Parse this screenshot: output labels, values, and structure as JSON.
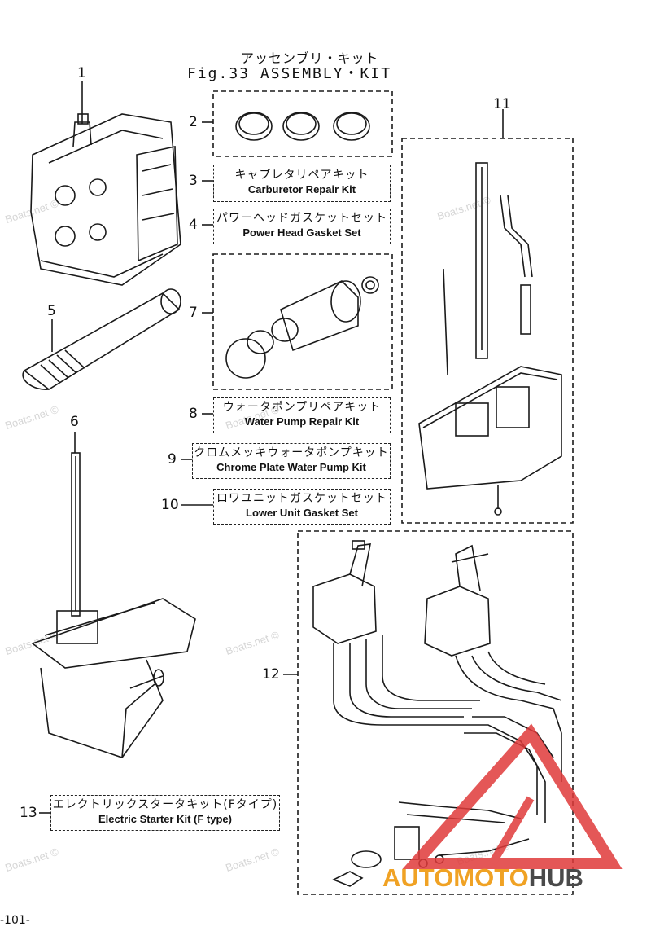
{
  "title": {
    "japanese": "アッセンブリ・キット",
    "english": "Fig.33 ASSEMBLY・KIT"
  },
  "parts": [
    {
      "number": "1"
    },
    {
      "number": "2"
    },
    {
      "number": "3",
      "label_jp": "キャブレタリペアキット",
      "label_en": "Carburetor Repair Kit"
    },
    {
      "number": "4",
      "label_jp": "パワーヘッドガスケットセット",
      "label_en": "Power Head Gasket Set"
    },
    {
      "number": "5"
    },
    {
      "number": "6"
    },
    {
      "number": "7"
    },
    {
      "number": "8",
      "label_jp": "ウォータポンプリペアキット",
      "label_en": "Water Pump Repair Kit"
    },
    {
      "number": "9",
      "label_jp": "クロムメッキウォータポンプキット",
      "label_en": "Chrome Plate Water Pump Kit"
    },
    {
      "number": "10",
      "label_jp": "ロワユニットガスケットセット",
      "label_en": "Lower Unit Gasket Set"
    },
    {
      "number": "11"
    },
    {
      "number": "12"
    },
    {
      "number": "13",
      "label_jp": "エレクトリックスタータキット(Fタイプ)",
      "label_en": "Electric Starter Kit (F type)"
    }
  ],
  "watermark": "Boats.net ©",
  "brand": {
    "part1": "AUTOMOTO",
    "part2": "HUB",
    "color1": "#f0a224",
    "color2": "#4a4a4a",
    "logo_color": "#e03a3a"
  },
  "page_number": "-101-"
}
